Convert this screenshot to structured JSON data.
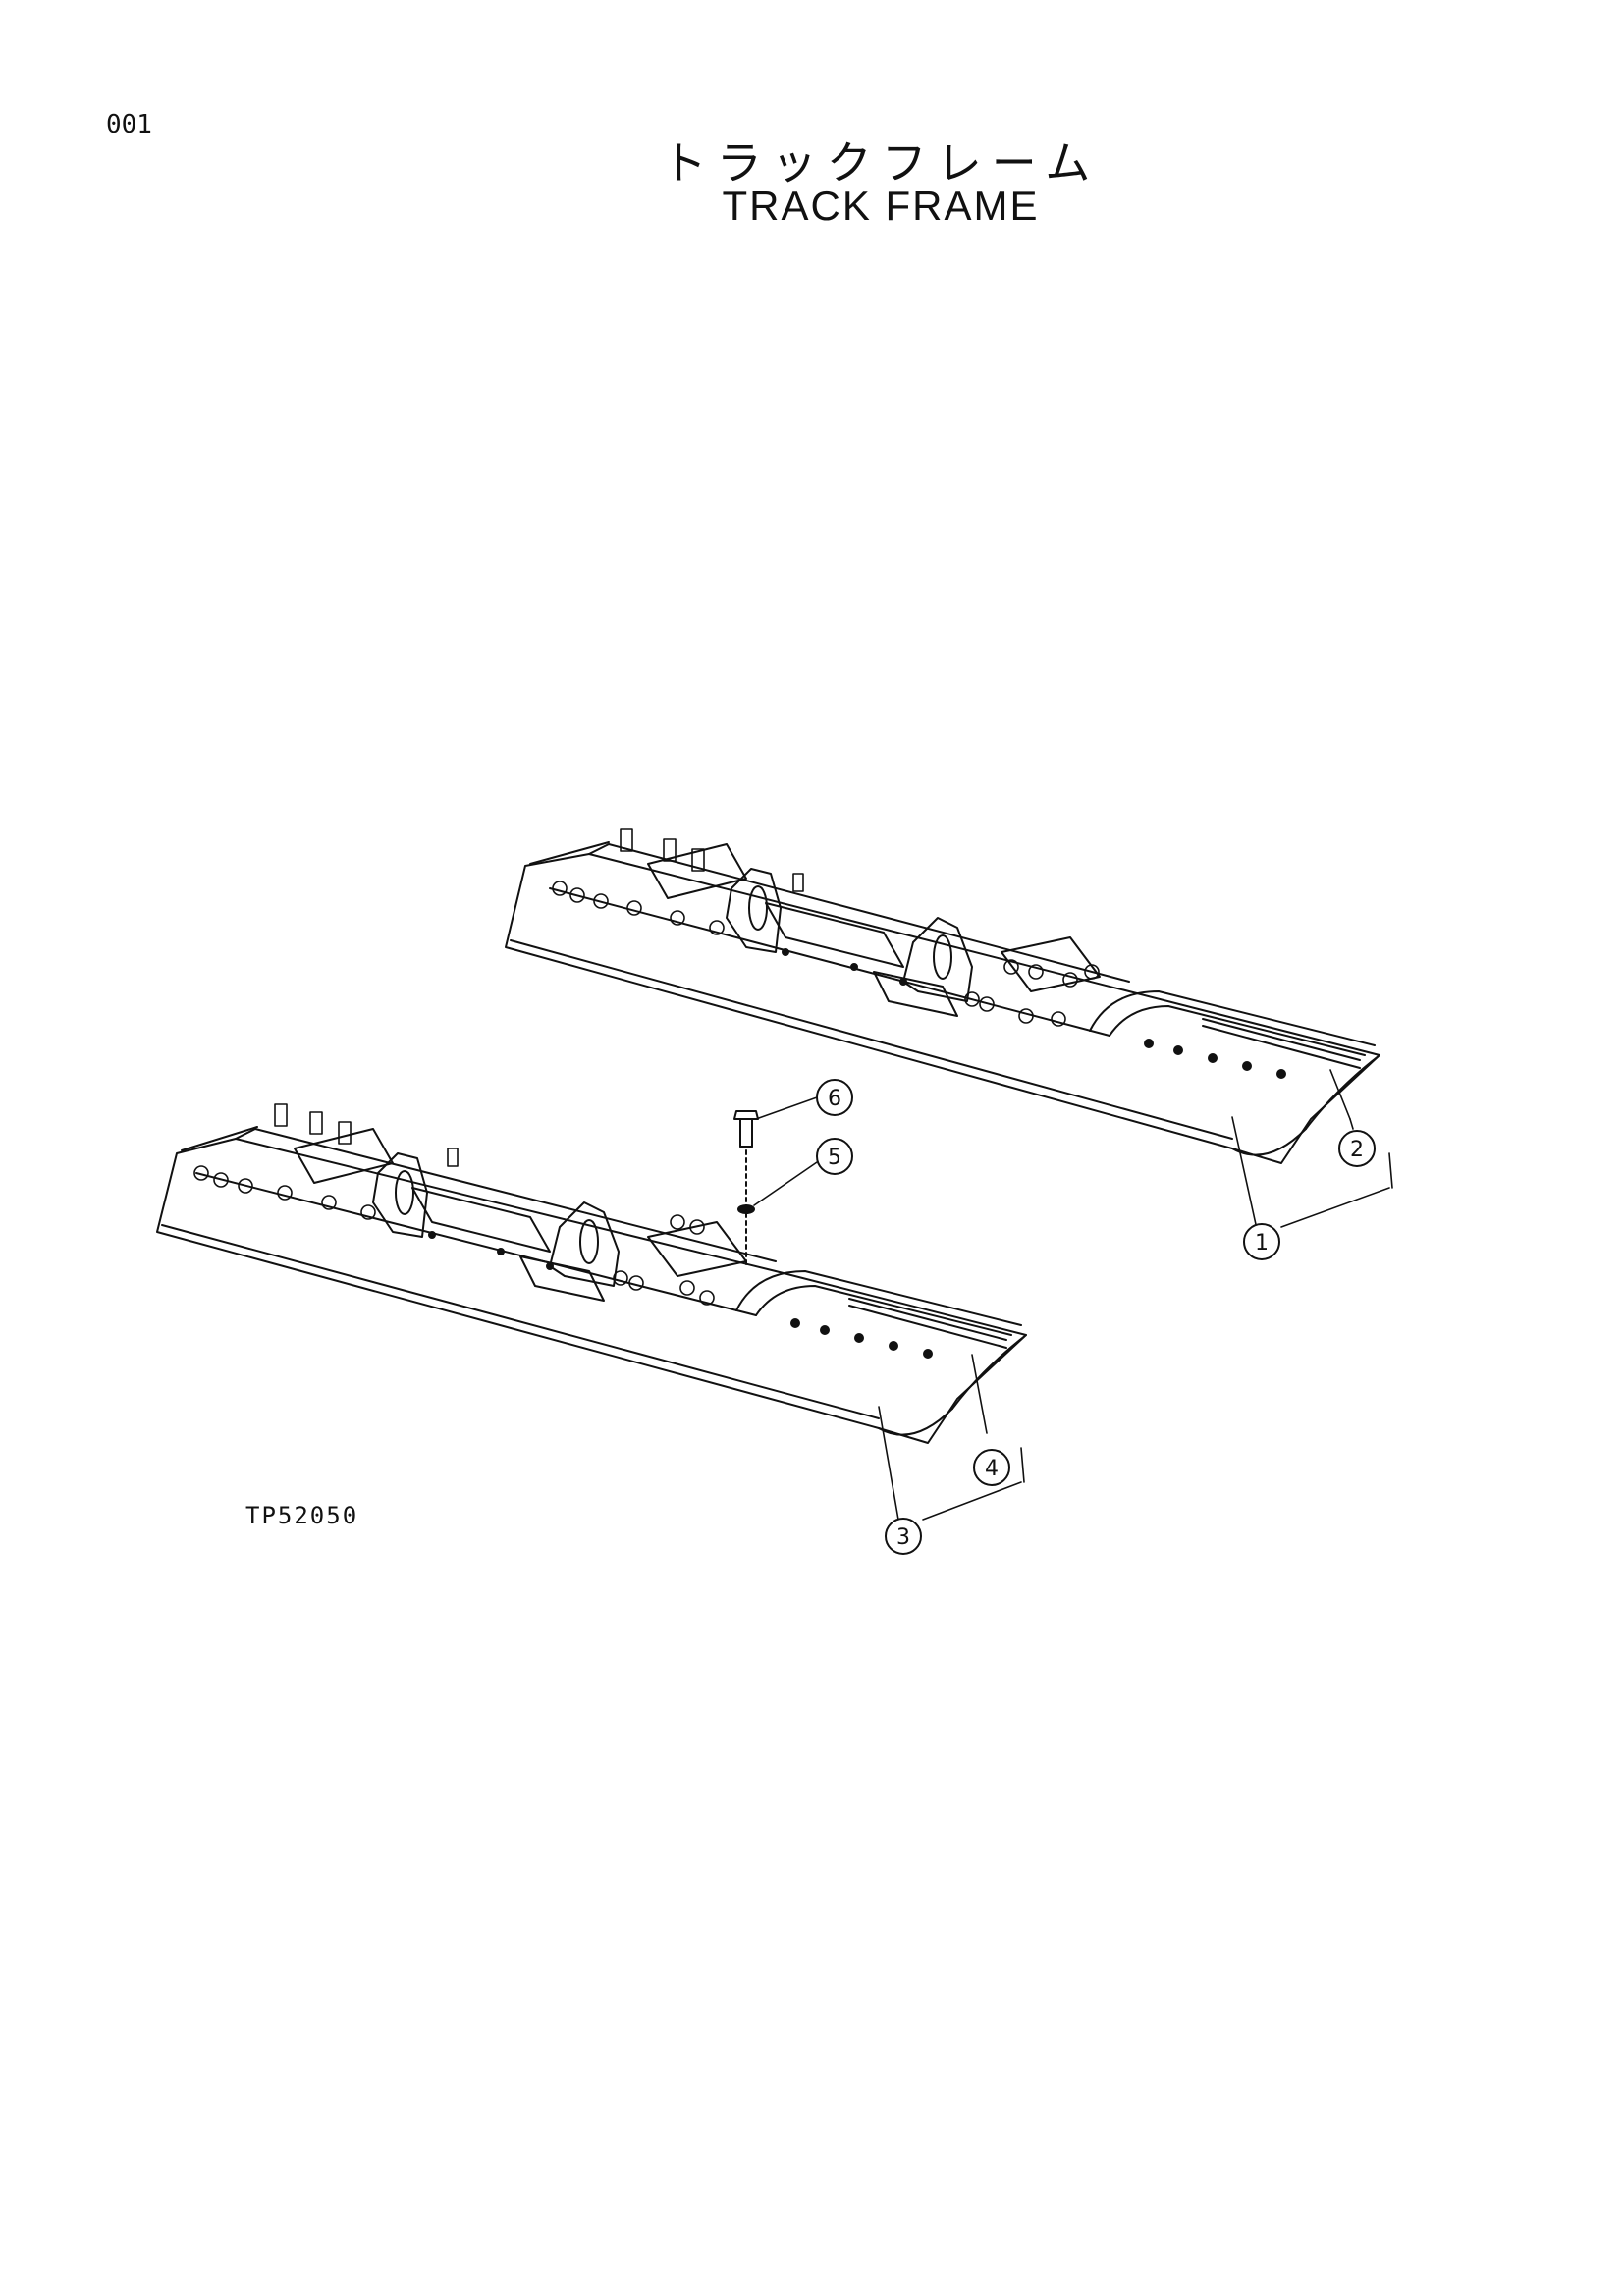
{
  "header": {
    "page_number": "001",
    "title_jp": "トラックフレーム",
    "title_en": "TRACK FRAME"
  },
  "drawing": {
    "code": "TP52050",
    "callouts": [
      {
        "id": "callout-1",
        "label": "1"
      },
      {
        "id": "callout-2",
        "label": "2"
      },
      {
        "id": "callout-3",
        "label": "3"
      },
      {
        "id": "callout-4",
        "label": "4"
      },
      {
        "id": "callout-5",
        "label": "5"
      },
      {
        "id": "callout-6",
        "label": "6"
      }
    ]
  }
}
